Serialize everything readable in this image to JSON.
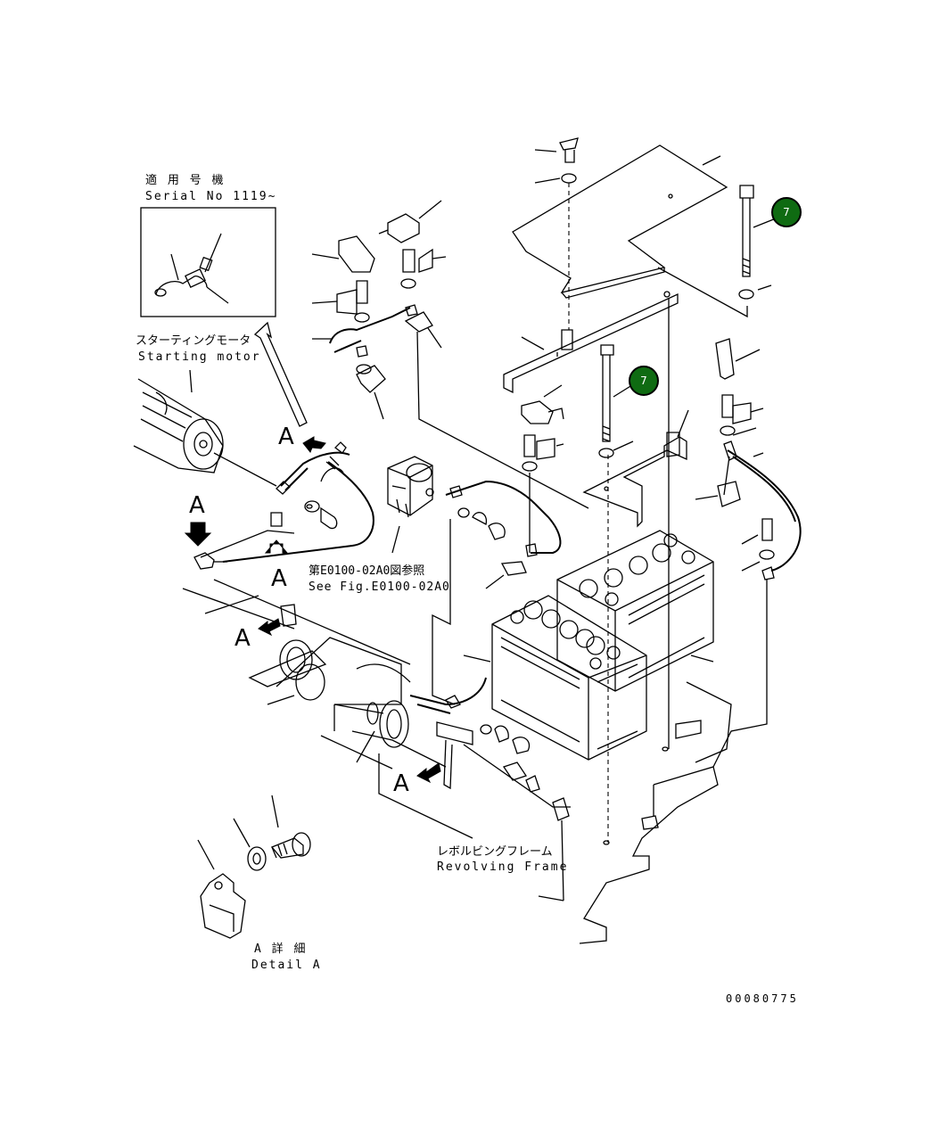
{
  "labels": {
    "serial_jp": "適 用 号 機",
    "serial_en": "Serial No 1119~",
    "starting_motor_jp": "スターティングモータ",
    "starting_motor_en": "Starting motor",
    "see_fig_jp": "第E0100-02A0図参照",
    "see_fig_en": "See Fig.E0100-02A0",
    "revolving_frame_jp": "レボルビングフレーム",
    "revolving_frame_en": "Revolving Frame",
    "detail_jp": "A 詳 細",
    "detail_en": "Detail A",
    "drawing_number": "00080775"
  },
  "view_markers": [
    "A",
    "A",
    "A",
    "A",
    "A"
  ],
  "callouts": [
    "7",
    "7"
  ],
  "colors": {
    "callout_fill": "#0f6b12",
    "line": "#000000",
    "background": "#ffffff"
  }
}
